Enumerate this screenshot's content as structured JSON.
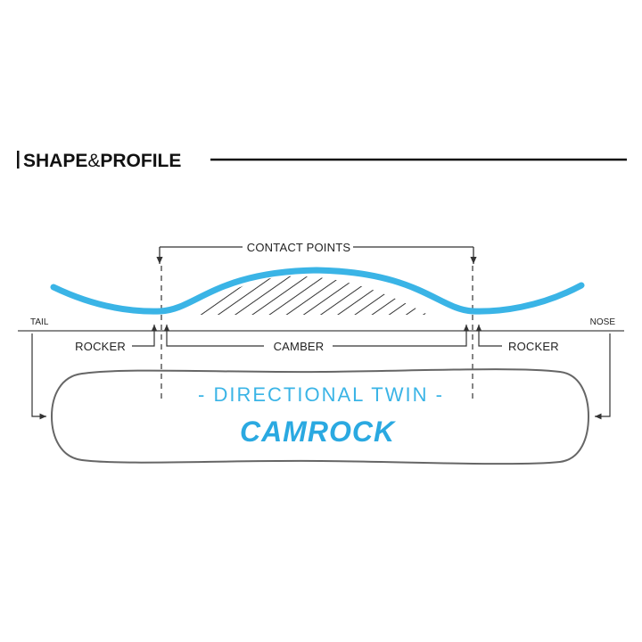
{
  "header": {
    "title_part1": "SHAPE",
    "title_amp": "&",
    "title_part2": "PROFILE"
  },
  "labels": {
    "contact_points": "CONTACT POINTS",
    "tail": "TAIL",
    "nose": "NOSE",
    "rocker_left": "ROCKER",
    "camber": "CAMBER",
    "rocker_right": "ROCKER"
  },
  "board": {
    "shape_type": "- DIRECTIONAL TWIN -",
    "profile_name": "CAMROCK"
  },
  "colors": {
    "profile_blue": "#3ab4e6",
    "accent_blue": "#2aa9e1",
    "line_gray": "#444444",
    "outline_gray": "#666666"
  }
}
